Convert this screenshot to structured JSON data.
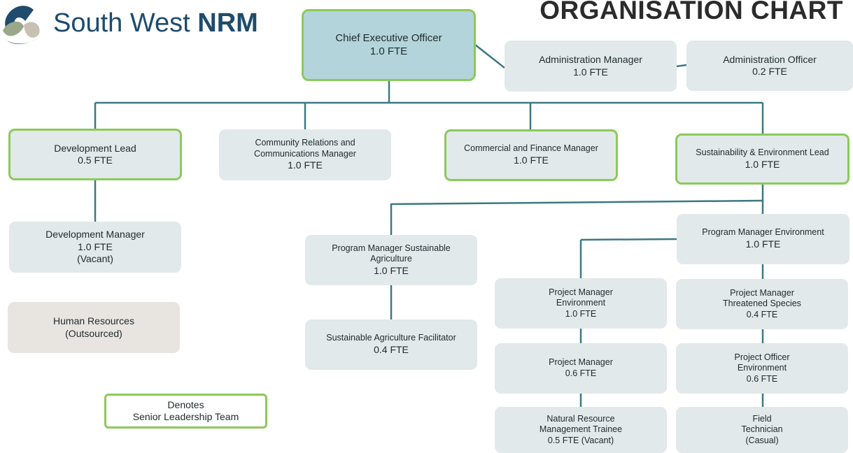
{
  "header": {
    "brand_light": "South West",
    "brand_bold": "NRM",
    "title": "ORGANISATION CHART"
  },
  "colors": {
    "line": "#3c7883",
    "box": "#e1e9ea",
    "ceo_box": "#b3d4da",
    "slt_border": "#8cc95a",
    "hr_box": "#e8e5e1",
    "brand": "#1e4b6e"
  },
  "roles": {
    "ceo": [
      "Chief Executive Officer",
      "1.0 FTE"
    ],
    "admin_manager": [
      "Administration Manager",
      "1.0 FTE"
    ],
    "admin_officer": [
      "Administration Officer",
      "0.2 FTE"
    ],
    "development_lead": [
      "Development Lead",
      "0.5 FTE"
    ],
    "community_relations": [
      "Community Relations and",
      "Communications Manager",
      "1.0 FTE"
    ],
    "commercial_finance": [
      "Commercial and Finance Manager",
      "1.0 FTE"
    ],
    "sustainability_lead": [
      "Sustainability & Environment Lead",
      "1.0 FTE"
    ],
    "development_manager": [
      "Development Manager",
      "1.0 FTE",
      "(Vacant)"
    ],
    "human_resources": [
      "Human Resources",
      "(Outsourced)"
    ],
    "legend": [
      "Denotes",
      "Senior Leadership Team"
    ],
    "pm_sustainable_agriculture": [
      "Program Manager Sustainable",
      "Agriculture",
      "1.0 FTE"
    ],
    "sa_facilitator": [
      "Sustainable Agriculture Facilitator",
      "0.4 FTE"
    ],
    "pm_environment": [
      "Program Manager Environment",
      "1.0 FTE"
    ],
    "proj_manager_environment": [
      "Project Manager",
      "Environment",
      "1.0 FTE"
    ],
    "proj_manager_threatened": [
      "Project Manager",
      "Threatened Species",
      "0.4 FTE"
    ],
    "proj_manager": [
      "Project Manager",
      "0.6 FTE"
    ],
    "proj_officer_environment": [
      "Project Officer",
      "Environment",
      "0.6 FTE"
    ],
    "nrm_trainee": [
      "Natural Resource",
      "Management Trainee",
      "0.5 FTE (Vacant)"
    ],
    "field_technician": [
      "Field",
      "Technician",
      "(Casual)"
    ]
  }
}
